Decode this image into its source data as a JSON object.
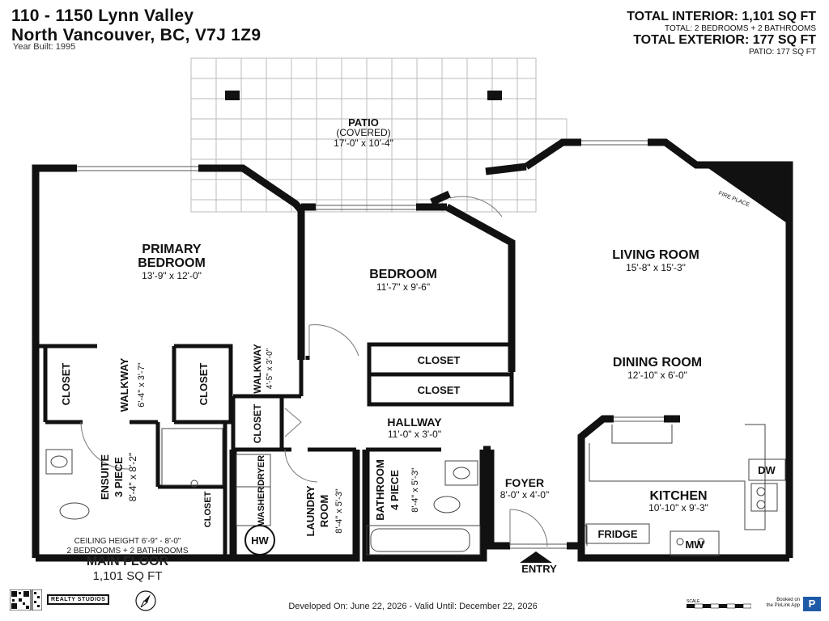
{
  "header": {
    "address_line1": "110 - 1150 Lynn Valley",
    "address_line2": "North Vancouver, BC, V7J 1Z9",
    "year_built": "Year Built: 1995",
    "total_interior": "TOTAL INTERIOR: 1,101 SQ FT",
    "total_beds_baths": "TOTAL: 2 BEDROOMS + 2 BATHROOMS",
    "total_exterior": "TOTAL EXTERIOR: 177 SQ FT",
    "patio_area": "PATIO: 177 SQ FT"
  },
  "rooms": {
    "patio": {
      "name": "PATIO",
      "note": "(COVERED)",
      "dims": "17'-0\" x 10'-4\""
    },
    "primary_bedroom": {
      "name_line1": "PRIMARY",
      "name_line2": "BEDROOM",
      "dims": "13'-9\" x 12'-0\""
    },
    "bedroom": {
      "name": "BEDROOM",
      "dims": "11'-7\" x 9'-6\""
    },
    "living_room": {
      "name": "LIVING ROOM",
      "dims": "15'-8\" x 15'-3\""
    },
    "dining_room": {
      "name": "DINING ROOM",
      "dims": "12'-10\" x 6'-0\""
    },
    "fireplace": "FIRE PLACE",
    "closet_upper": "CLOSET",
    "closet_lower": "CLOSET",
    "hallway": {
      "name": "HALLWAY",
      "dims": "11'-0\" x 3'-0\""
    },
    "walkway_primary": {
      "name": "WALKWAY",
      "dims": "6'-4\" x 3'-7\""
    },
    "walkway_bedroom": {
      "name": "WALKWAY",
      "dims": "4'-5\" x 3'-0\""
    },
    "closet_left": "CLOSET",
    "closet_right": "CLOSET",
    "closet_hall": "CLOSET",
    "closet_ensuite": "CLOSET",
    "ensuite": {
      "name": "ENSUITE",
      "note": "3 PIECE",
      "dims": "8'-4\" x 8'-2\""
    },
    "laundry": {
      "name_line1": "LAUNDRY",
      "name_line2": "ROOM",
      "dims": "8'-4\" x 5'-3\""
    },
    "dryer": "DRYER",
    "washer": "WASHER",
    "hw": "HW",
    "bathroom": {
      "name": "BATHROOM",
      "note": "4 PIECE",
      "dims": "8'-4\" x 5'-3\""
    },
    "foyer": {
      "name": "FOYER",
      "dims": "8'-0\" x 4'-0\""
    },
    "kitchen": {
      "name": "KITCHEN",
      "dims": "10'-10\" x 9'-3\""
    },
    "dw": "DW",
    "fridge": "FRIDGE",
    "mw": "MW",
    "entry": "ENTRY"
  },
  "footer": {
    "ceiling_height": "CEILING HEIGHT 6'-9\" - 8'-0\"",
    "beds_baths": "2 BEDROOMS + 2 BATHROOMS",
    "main_floor": "MAIN FLOOR",
    "main_floor_sqft": "1,101 SQ FT",
    "developed": "Developed On: June 22, 2026 - Valid Until: December 22, 2026",
    "logo": "REALTY STUDIOS",
    "scale_label": "SCALE",
    "booked_on": "Booked on",
    "app_name": "the PixLink App",
    "badge": "P"
  }
}
